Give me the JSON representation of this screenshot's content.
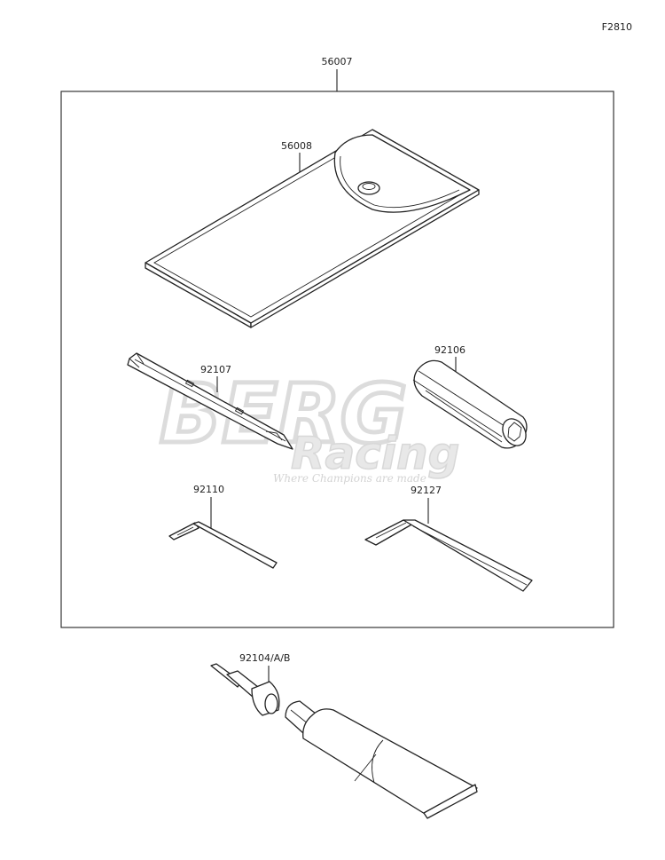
{
  "figure_code": "F2810",
  "callouts": {
    "kit": "56007",
    "pouch": "56008",
    "screwdriver_bit": "92107",
    "handle": "92106",
    "hex_wrench_small": "92110",
    "hex_wrench_large": "92127",
    "tube_kit": "92104/A/B"
  },
  "watermark": {
    "brand": "BERG",
    "sub": "Racing",
    "tagline": "Where Champions are made",
    "color": "#e3e3e3"
  },
  "colors": {
    "line": "#222222",
    "background": "#ffffff"
  }
}
